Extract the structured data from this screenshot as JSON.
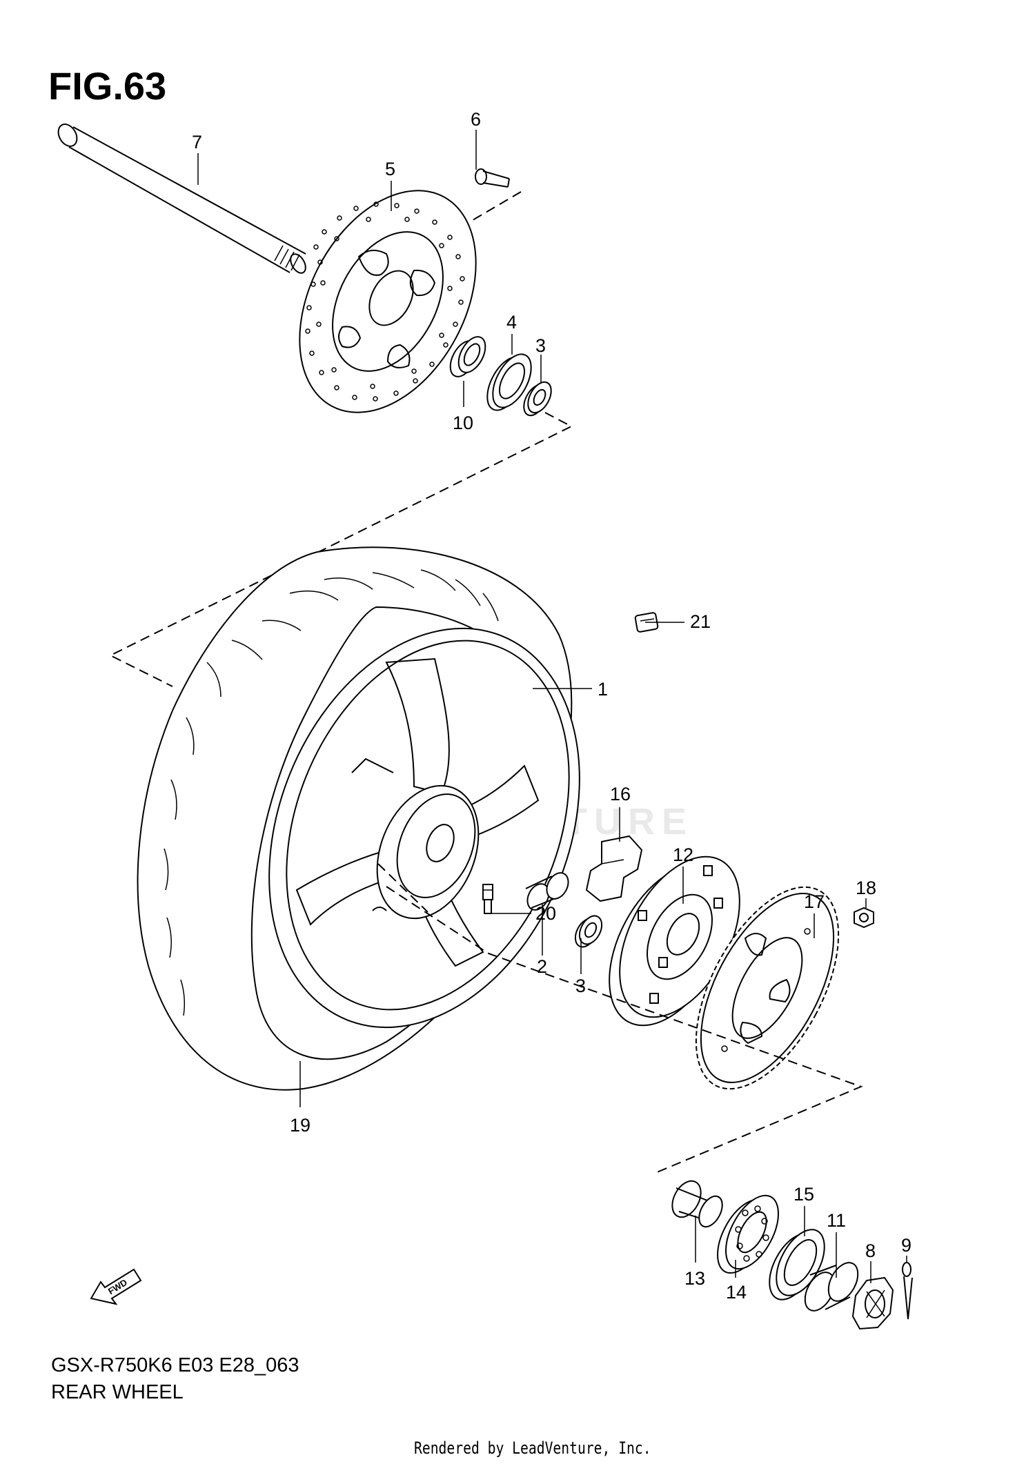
{
  "figure": {
    "title": "FIG.63",
    "model_code": "GSX-R750K6 E03 E28_063",
    "section_name": "REAR WHEEL",
    "credit": "Rendered by LeadVenture, Inc.",
    "watermark": "LEADVENTURE",
    "fwd_label": "FWD"
  },
  "callouts": [
    {
      "id": "c1",
      "label": "1",
      "part": "rear wheel rim"
    },
    {
      "id": "c2",
      "label": "2",
      "part": "spacer"
    },
    {
      "id": "c3a",
      "label": "3",
      "part": "bearing (disc side)"
    },
    {
      "id": "c3b",
      "label": "3",
      "part": "bearing (sprocket side)"
    },
    {
      "id": "c4",
      "label": "4",
      "part": "oil seal"
    },
    {
      "id": "c5",
      "label": "5",
      "part": "brake disc"
    },
    {
      "id": "c6",
      "label": "6",
      "part": "disc bolt"
    },
    {
      "id": "c7",
      "label": "7",
      "part": "axle"
    },
    {
      "id": "c8",
      "label": "8",
      "part": "axle nut"
    },
    {
      "id": "c9",
      "label": "9",
      "part": "cotter pin"
    },
    {
      "id": "c10",
      "label": "10",
      "part": "spacer collar"
    },
    {
      "id": "c11",
      "label": "11",
      "part": "collar"
    },
    {
      "id": "c12",
      "label": "12",
      "part": "sprocket mounting drum"
    },
    {
      "id": "c13",
      "label": "13",
      "part": "spacer"
    },
    {
      "id": "c14",
      "label": "14",
      "part": "bearing"
    },
    {
      "id": "c15",
      "label": "15",
      "part": "oil seal"
    },
    {
      "id": "c16",
      "label": "16",
      "part": "cush damper"
    },
    {
      "id": "c17",
      "label": "17",
      "part": "rear sprocket"
    },
    {
      "id": "c18",
      "label": "18",
      "part": "sprocket nut"
    },
    {
      "id": "c19",
      "label": "19",
      "part": "tire"
    },
    {
      "id": "c20",
      "label": "20",
      "part": "valve"
    },
    {
      "id": "c21",
      "label": "21",
      "part": "balancer weight"
    }
  ],
  "colors": {
    "line": "#000000",
    "background": "#ffffff",
    "watermark": "#e9e9e9"
  }
}
